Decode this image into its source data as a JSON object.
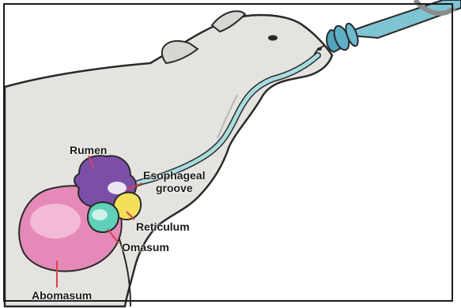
{
  "diagram": {
    "labels": {
      "rumen": "Rumen",
      "esophageal_groove_line1": "Esophageal",
      "esophageal_groove_line2": "groove",
      "reticulum": "Reticulum",
      "omasum": "Omasum",
      "abomasum": "Abomasum"
    },
    "colors": {
      "rumen": "#7b4fa8",
      "abomasum": "#e58ab8",
      "reticulum": "#f2e05a",
      "omasum": "#5fd1b8",
      "esophagus": "#a8dde0",
      "leader_line": "#d9434f",
      "calf_body": "#e4e3e0",
      "outline": "#2a2a2a"
    },
    "icons": {
      "bottle": "feeding-bottle-icon",
      "calf": "calf-illustration"
    }
  }
}
